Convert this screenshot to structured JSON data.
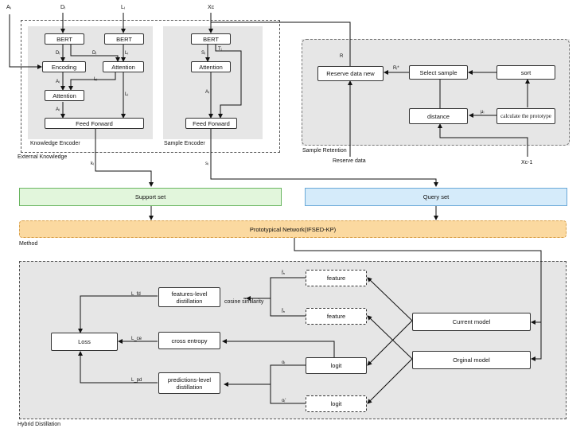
{
  "inputs": {
    "a_i": "Aᵢ",
    "d_i": "Dᵢ",
    "l_i": "Lᵢ",
    "x_c": "Xc",
    "x_c1": "Xc-1"
  },
  "knowledge_encoder": {
    "title": "Knowledge Encoder",
    "bert_left": "BERT",
    "bert_right": "BERT",
    "encoding": "Encoding",
    "attention_right": "Attention",
    "attention_left": "Attention",
    "feed_forward": "Feed Forward",
    "label_d1": "Dᵢ",
    "label_d2": "Dᵢ",
    "label_l1": "Lᵢ",
    "label_l2": "Lᵢ",
    "label_l3": "Lᵢ",
    "label_a1": "Aᵢ",
    "label_a2": "Aᵢ"
  },
  "external_knowledge": "External Knowledge",
  "sample_encoder": {
    "title": "Sample Encoder",
    "bert": "BERT",
    "attention": "Attention",
    "feed_forward": "Feed Forward",
    "label_s": "Sᵢ",
    "label_t": "Tᵢ",
    "label_a": "Aᵢ"
  },
  "sample_retention": {
    "title": "Sample Retention",
    "reserve_data_new": "Reserve data new",
    "select_sample": "Select sample",
    "sort": "sort",
    "distance": "distance",
    "calc_prototype": "calculate the prototype",
    "label_r": "R",
    "label_r_star": "Rᵢ*",
    "label_mu": "μᵢ",
    "reserve_data": "Reserve data"
  },
  "ki": "kᵢ",
  "si": "sᵢ",
  "support_set": "Support set",
  "query_set": "Query set",
  "prototypical_network": "Prototypical Network(IFSED-KP)",
  "method": "Method",
  "hybrid": {
    "title": "Hybrid Distillation",
    "feature_top": "feature",
    "feature_bottom": "feature",
    "logit_top": "logit",
    "logit_bottom": "logit",
    "features_level": "features-level\ndistillation",
    "cross_entropy": "cross entropy",
    "predictions_level": "predictions-level\ndistillation",
    "loss": "Loss",
    "current_model": "Current model",
    "original_model": "Orginal model",
    "cosine_similarity": "cosine similarity",
    "l_fd": "L_fd",
    "l_ce": "L_ce",
    "l_pd": "L_pd",
    "f_hat_bar": "f̄ₕ",
    "f_bar": "f̄ₕ",
    "o_i": "oᵢ",
    "o_i_prime": "oᵢ'"
  },
  "colors": {
    "support_fill": "#e2f6dc",
    "support_border": "#69b560",
    "query_fill": "#d5ebfa",
    "query_border": "#6aa9d8",
    "proto_fill": "#fbd9a0",
    "proto_border": "#d9a24e",
    "panel_gray": "#e6e6e6"
  }
}
